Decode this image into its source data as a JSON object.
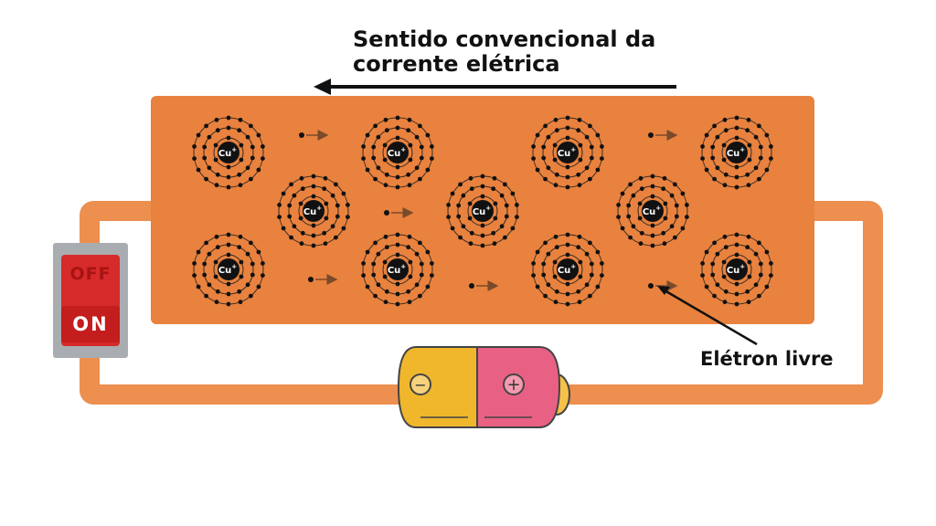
{
  "title": {
    "line1": "Sentido convencional da",
    "line2": "corrente elétrica"
  },
  "atom_label": "Cu",
  "atom_charge": "+",
  "free_electron_label": "Elétron livre",
  "switch": {
    "off_label": "OFF",
    "on_label": "ON"
  },
  "battery": {
    "negative_symbol": "−",
    "positive_symbol": "+"
  },
  "colors": {
    "conductor": "#e8823e",
    "wire": "#ec8f4f",
    "nucleus": "#111111",
    "electron": "#111111",
    "battery_negative": "#f0b72d",
    "battery_positive": "#e86184",
    "switch_body": "#a9adb1",
    "switch_rocker": "#d72a2a"
  }
}
